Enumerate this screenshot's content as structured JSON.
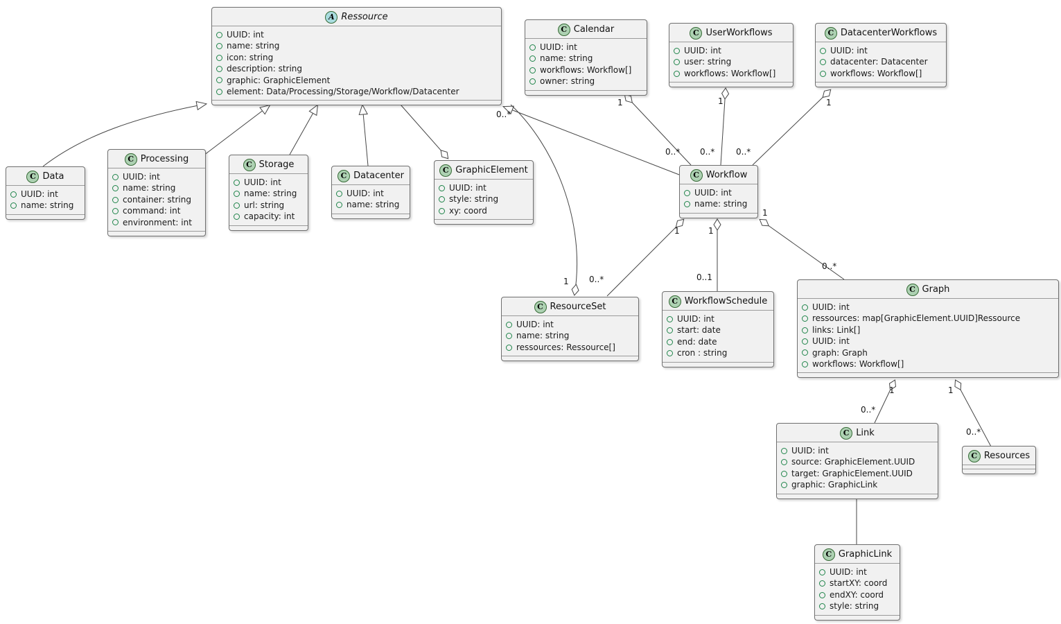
{
  "diagram": {
    "colors": {
      "class_icon_fill": "#ADD1B2",
      "abstract_icon_fill": "#A9DCDF",
      "box_fill": "#F1F1F1",
      "visibility_circle": "#1e8449",
      "line": "#454545"
    },
    "classes": {
      "ressource": {
        "stereotype": "A",
        "name": "Ressource",
        "attrs": [
          "UUID: int",
          "name: string",
          "icon: string",
          "description: string",
          "graphic: GraphicElement",
          "element: Data/Processing/Storage/Workflow/Datacenter"
        ]
      },
      "calendar": {
        "stereotype": "C",
        "name": "Calendar",
        "attrs": [
          "UUID: int",
          "name: string",
          "workflows: Workflow[]",
          "owner: string"
        ]
      },
      "userworkflows": {
        "stereotype": "C",
        "name": "UserWorkflows",
        "attrs": [
          "UUID: int",
          "user: string",
          "workflows: Workflow[]"
        ]
      },
      "datacenterworkflows": {
        "stereotype": "C",
        "name": "DatacenterWorkflows",
        "attrs": [
          "UUID: int",
          "datacenter: Datacenter",
          "workflows: Workflow[]"
        ]
      },
      "data": {
        "stereotype": "C",
        "name": "Data",
        "attrs": [
          "UUID: int",
          "name: string"
        ]
      },
      "processing": {
        "stereotype": "C",
        "name": "Processing",
        "attrs": [
          "UUID: int",
          "name: string",
          "container: string",
          "command: int",
          "environment: int"
        ]
      },
      "storage": {
        "stereotype": "C",
        "name": "Storage",
        "attrs": [
          "UUID: int",
          "name: string",
          "url: string",
          "capacity: int"
        ]
      },
      "datacenter": {
        "stereotype": "C",
        "name": "Datacenter",
        "attrs": [
          "UUID: int",
          "name: string"
        ]
      },
      "graphicelement": {
        "stereotype": "C",
        "name": "GraphicElement",
        "attrs": [
          "UUID: int",
          "style: string",
          "xy: coord"
        ]
      },
      "workflow": {
        "stereotype": "C",
        "name": "Workflow",
        "attrs": [
          "UUID: int",
          "name: string"
        ]
      },
      "resourceset": {
        "stereotype": "C",
        "name": "ResourceSet",
        "attrs": [
          "UUID: int",
          "name: string",
          "ressources: Ressource[]"
        ]
      },
      "workflowschedule": {
        "stereotype": "C",
        "name": "WorkflowSchedule",
        "attrs": [
          "UUID: int",
          "start: date",
          "end: date",
          "cron : string"
        ]
      },
      "graph": {
        "stereotype": "C",
        "name": "Graph",
        "attrs": [
          "UUID: int",
          "ressources: map[GraphicElement.UUID]Ressource",
          "links: Link[]",
          "UUID: int",
          "graph: Graph",
          "workflows: Workflow[]"
        ]
      },
      "link": {
        "stereotype": "C",
        "name": "Link",
        "attrs": [
          "UUID: int",
          "source: GraphicElement.UUID",
          "target: GraphicElement.UUID",
          "graphic: GraphicLink"
        ]
      },
      "resources": {
        "stereotype": "C",
        "name": "Resources",
        "attrs": []
      },
      "graphiclink": {
        "stereotype": "C",
        "name": "GraphicLink",
        "attrs": [
          "UUID: int",
          "startXY: coord",
          "endXY: coord",
          "style: string"
        ]
      }
    },
    "edges": {
      "ressource_resourceset": {
        "ressource_end": "0..*",
        "resourceset_end": "1"
      },
      "workflow_resourceset": {
        "workflow_end": "1",
        "resourceset_end": "0..*"
      },
      "workflow_workflowschedule": {
        "workflow_end": "1",
        "schedule_end": "0..1"
      },
      "workflow_graph": {
        "workflow_end": "1",
        "graph_end": "0..*"
      },
      "calendar_workflow": {
        "calendar_end": "1",
        "workflow_end": "0..*"
      },
      "userworkflows_workflow": {
        "userworkflows_end": "1",
        "workflow_end": "0..*"
      },
      "datacenterworkflows_workflow": {
        "datacenterworkflows_end": "1",
        "workflow_end": "0..*"
      },
      "graph_link": {
        "graph_end": "1",
        "link_end": "0..*"
      },
      "graph_resources": {
        "graph_end": "1",
        "resources_end": "0..*"
      }
    }
  }
}
